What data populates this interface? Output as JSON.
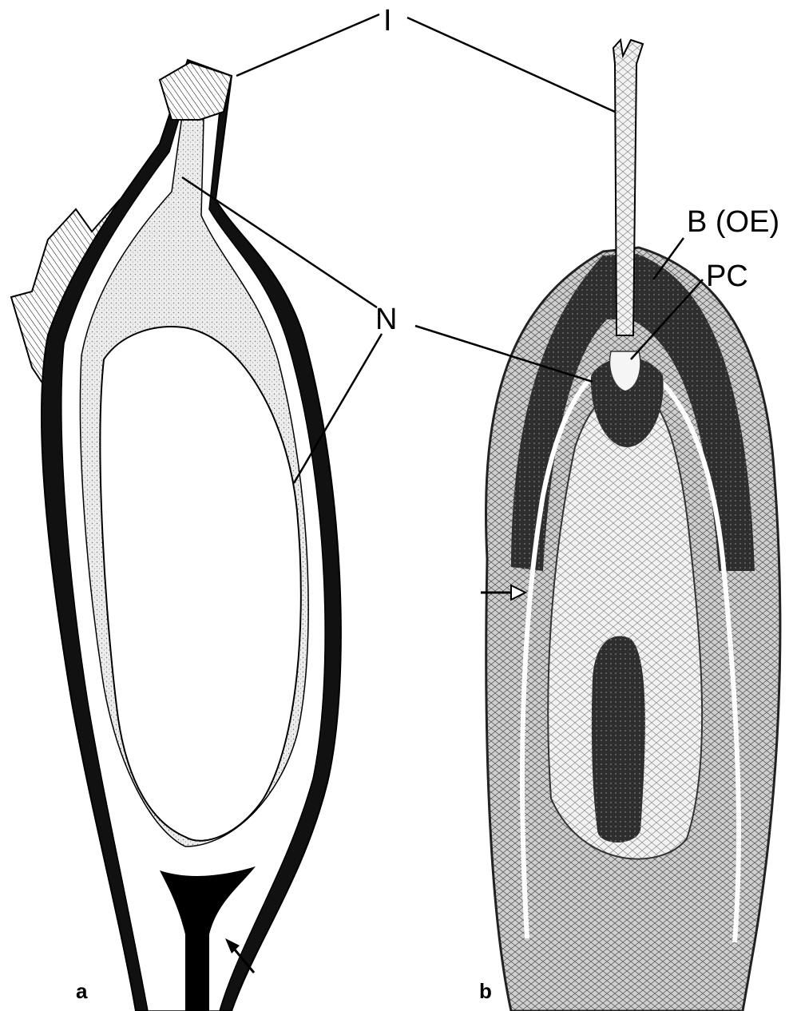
{
  "labels": {
    "integument": "I",
    "nucellus": "N",
    "bulge": "B (OE)",
    "pollen_chamber": "PC"
  },
  "panels": {
    "a": "a",
    "b": "b"
  },
  "colors": {
    "ink": "#000000",
    "stipple_light": "#d9d9d9",
    "tissue_dark": "#3a3a3a",
    "tissue_mid": "#8a8a8a",
    "tissue_light": "#e6e6e6",
    "background": "#ffffff"
  }
}
